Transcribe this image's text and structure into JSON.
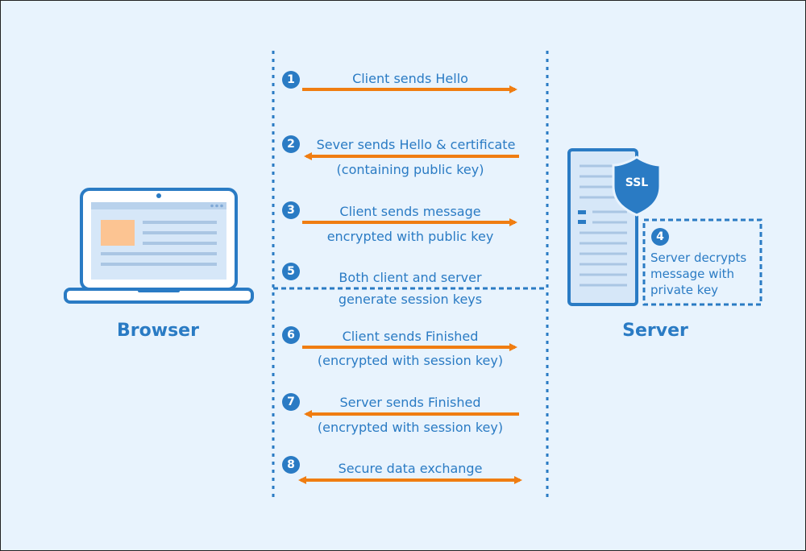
{
  "browser_label": "Browser",
  "server_label": "Server",
  "ssl_badge": "SSL",
  "colors": {
    "accent": "#2a7bc4",
    "arrow": "#f07d11",
    "background": "#e8f3fd"
  },
  "steps": [
    {
      "num": "1",
      "line1": "Client sends Hello",
      "line2": "",
      "direction": "right"
    },
    {
      "num": "2",
      "line1": "Sever sends Hello & certificate",
      "line2": "(containing public key)",
      "direction": "left"
    },
    {
      "num": "3",
      "line1": "Client sends message",
      "line2": "encrypted with public key",
      "direction": "right"
    },
    {
      "num": "5",
      "line1": "Both client and server",
      "line2": "generate session keys",
      "direction": "none"
    },
    {
      "num": "6",
      "line1": "Client sends Finished",
      "line2": "(encrypted with session key)",
      "direction": "right"
    },
    {
      "num": "7",
      "line1": "Server sends Finished",
      "line2": "(encrypted with session key)",
      "direction": "left"
    },
    {
      "num": "8",
      "line1": "Secure data exchange",
      "line2": "",
      "direction": "both"
    }
  ],
  "server_note": {
    "num": "4",
    "lines": [
      "Server decrypts",
      "message with",
      "private key"
    ]
  }
}
